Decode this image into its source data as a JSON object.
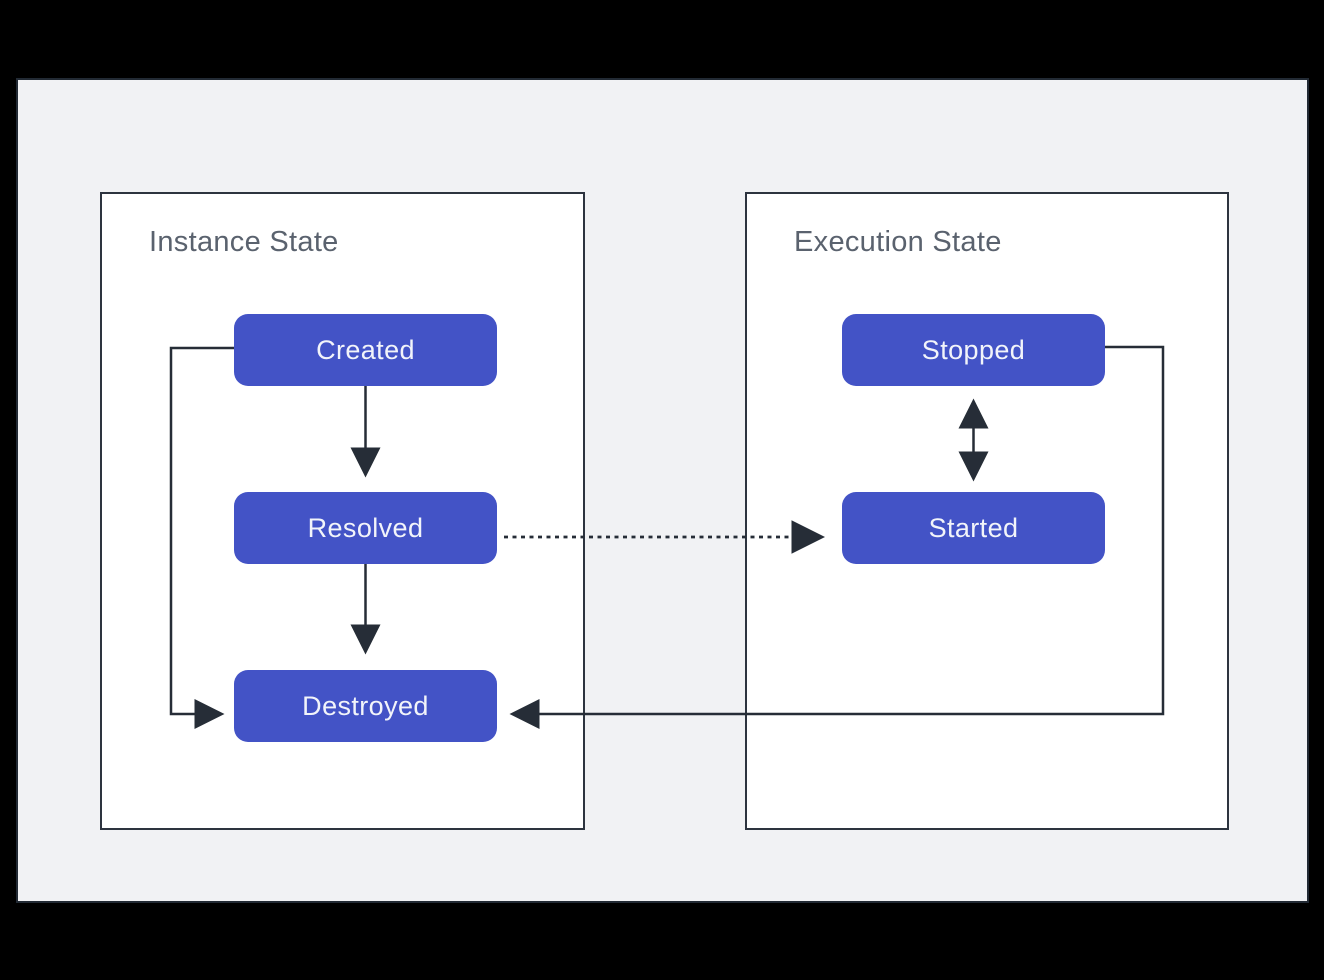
{
  "panels": [
    {
      "title": "Instance State"
    },
    {
      "title": "Execution State"
    }
  ],
  "nodes": [
    {
      "id": "created",
      "label": "Created"
    },
    {
      "id": "resolved",
      "label": "Resolved"
    },
    {
      "id": "destroyed",
      "label": "Destroyed"
    },
    {
      "id": "stopped",
      "label": "Stopped"
    },
    {
      "id": "started",
      "label": "Started"
    }
  ],
  "edges": [
    {
      "from": "created",
      "to": "resolved",
      "style": "solid",
      "bidirectional": false
    },
    {
      "from": "resolved",
      "to": "destroyed",
      "style": "solid",
      "bidirectional": false
    },
    {
      "from": "created",
      "to": "destroyed",
      "style": "solid",
      "bidirectional": false
    },
    {
      "from": "resolved",
      "to": "started",
      "style": "dotted",
      "bidirectional": false
    },
    {
      "from": "stopped",
      "to": "started",
      "style": "solid",
      "bidirectional": true
    },
    {
      "from": "stopped",
      "to": "destroyed",
      "style": "solid",
      "bidirectional": false
    }
  ],
  "colors": {
    "frame": "#000000",
    "canvas_bg": "#f1f2f4",
    "panel_bg": "#ffffff",
    "panel_border": "#2d343f",
    "node_fill": "#4353c6",
    "node_text": "#f2f4fa",
    "title_text": "#5a626e",
    "line": "#262d37"
  }
}
